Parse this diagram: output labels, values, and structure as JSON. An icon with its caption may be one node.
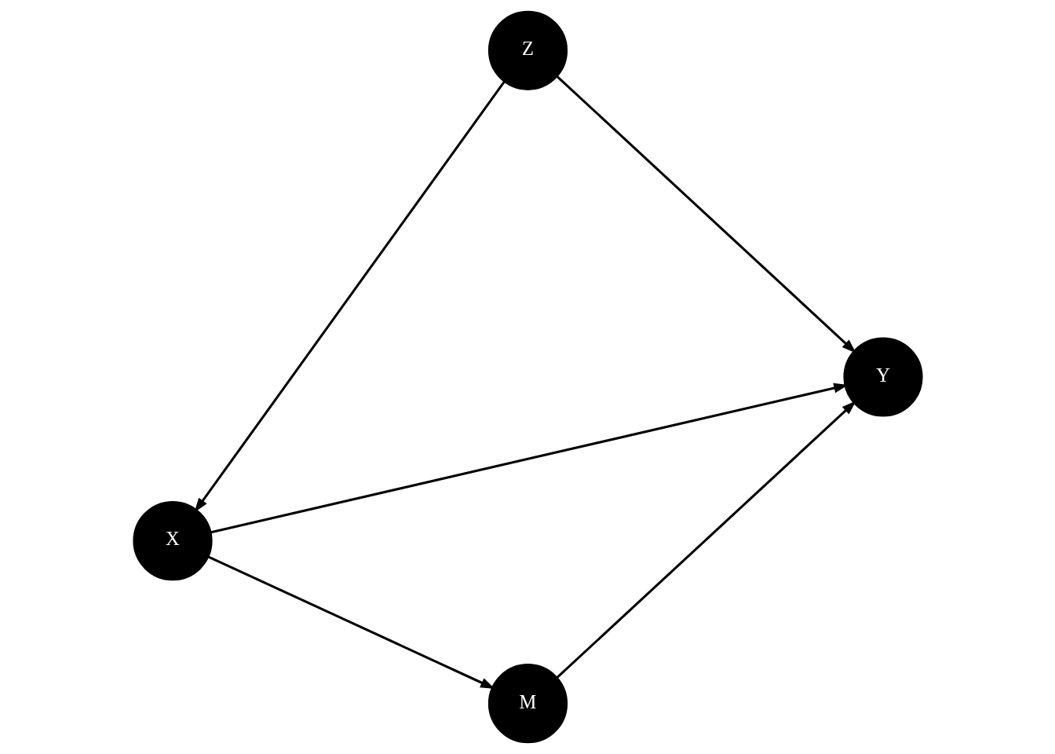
{
  "diagram": {
    "nodes": [
      {
        "text": [
          "Z"
        ]
      },
      {
        "text": [
          "X"
        ]
      },
      {
        "text": [
          "Y"
        ]
      },
      {
        "text": [
          "M"
        ]
      }
    ],
    "edges": [
      {
        "from": 0,
        "to": 1,
        "arrow": "to"
      },
      {
        "from": 0,
        "to": 2,
        "arrow": "to"
      },
      {
        "from": 1,
        "to": 2,
        "arrow": "to"
      },
      {
        "from": 1,
        "to": 3,
        "arrow": "to"
      },
      {
        "from": 3,
        "to": 2,
        "arrow": "to"
      }
    ]
  }
}
